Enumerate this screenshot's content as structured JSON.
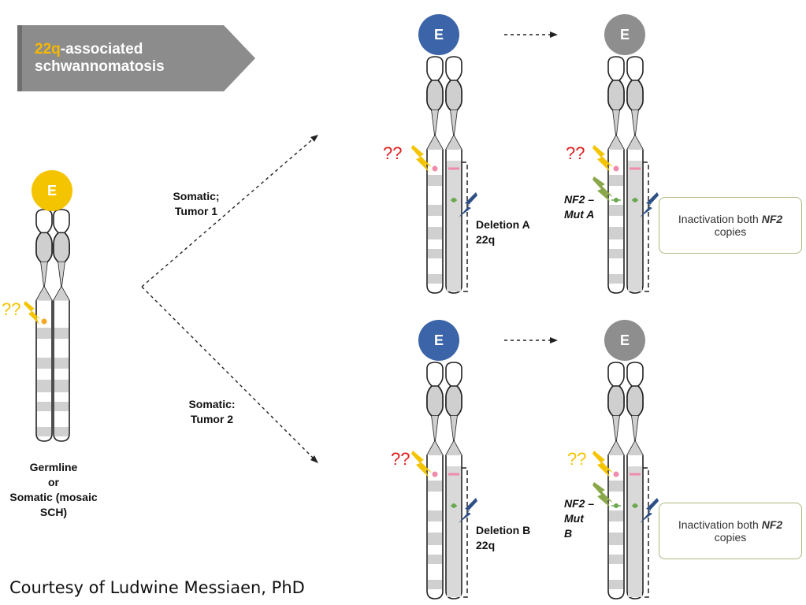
{
  "title": {
    "prefix": "22q",
    "rest": "-associated",
    "line2": "schwannomatosis",
    "prefix_color": "#f5b800",
    "banner_color": "#8c8c8c"
  },
  "germline": {
    "circle_letter": "E",
    "circle_color": "#f5c400",
    "qq": "??",
    "qq_color": "#f5c400",
    "label_lines": [
      "Germline",
      "or",
      "Somatic (mosaic",
      "SCH)"
    ]
  },
  "arrows": {
    "tumor1": [
      "Somatic;",
      "Tumor 1"
    ],
    "tumor2": [
      "Somatic:",
      "Tumor 2"
    ]
  },
  "tumor1": {
    "circle_before": {
      "letter": "E",
      "color": "#3c64a8"
    },
    "circle_after": {
      "letter": "E",
      "color": "#8e8e8e"
    },
    "qq_before": "??",
    "qq_before_color": "#e02020",
    "qq_after": "??",
    "qq_after_color": "#e02020",
    "deletion_lines": [
      "Deletion A",
      "22q"
    ],
    "mut_lines": [
      "NF2 –",
      "Mut A"
    ],
    "callout_pre": "Inactivation both ",
    "callout_gene": "NF2",
    "callout_post": "copies"
  },
  "tumor2": {
    "circle_before": {
      "letter": "E",
      "color": "#3c64a8"
    },
    "circle_after": {
      "letter": "E",
      "color": "#8e8e8e"
    },
    "qq_before": "??",
    "qq_before_color": "#e02020",
    "qq_after": "??",
    "qq_after_color": "#f5c400",
    "deletion_lines": [
      "Deletion B",
      "22q"
    ],
    "mut_lines": [
      "NF2 –",
      "Mut",
      "B"
    ],
    "callout_pre": "Inactivation both ",
    "callout_gene": "NF2",
    "callout_post": "copies"
  },
  "credit": "Courtesy of Ludwine Messiaen, PhD",
  "colors": {
    "pink_dot": "#f08caa",
    "green_dot": "#6aa84f",
    "bolt_yellow": "#f5c400",
    "bolt_green": "#8aa84a",
    "bolt_blue": "#2d4f86"
  }
}
